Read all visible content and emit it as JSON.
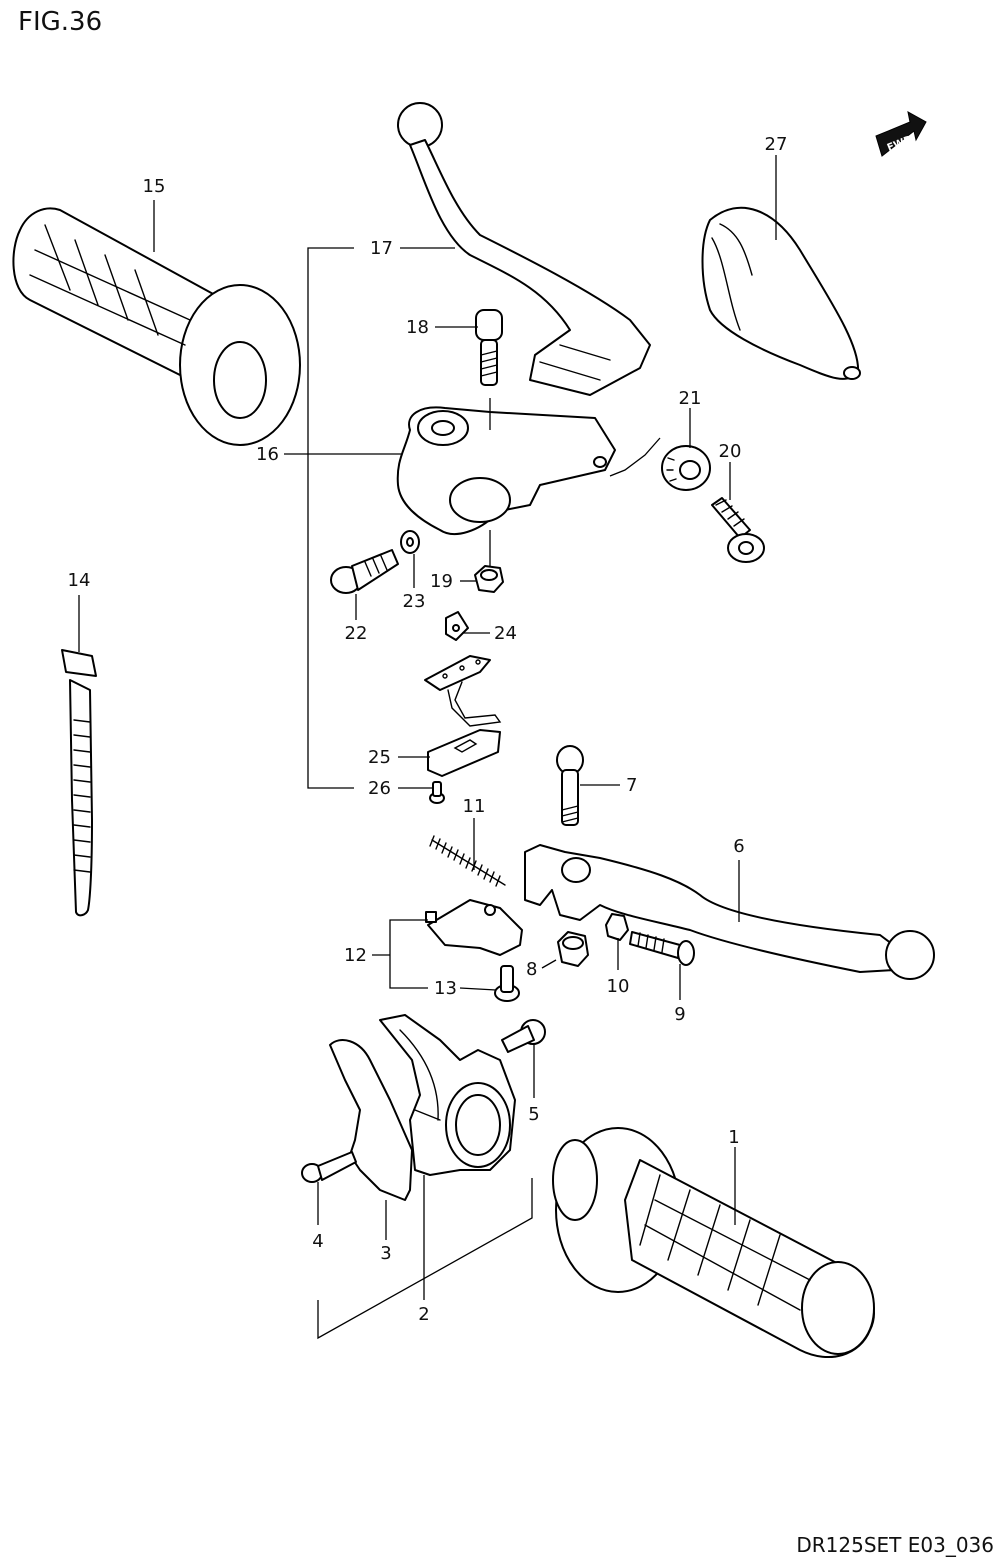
{
  "figure": {
    "title": "FIG.36",
    "code": "DR125SET E03_036"
  },
  "fwd_badge": "FWD",
  "callouts": [
    "1",
    "2",
    "3",
    "4",
    "5",
    "6",
    "7",
    "8",
    "9",
    "10",
    "11",
    "12",
    "13",
    "14",
    "15",
    "16",
    "17",
    "18",
    "19",
    "20",
    "21",
    "22",
    "23",
    "24",
    "25",
    "26",
    "27"
  ],
  "parts": [
    {
      "no": "1",
      "icon": "right-grip"
    },
    {
      "no": "2",
      "icon": "throttle-housing"
    },
    {
      "no": "3",
      "icon": "housing-cover"
    },
    {
      "no": "4",
      "icon": "screw"
    },
    {
      "no": "5",
      "icon": "screw"
    },
    {
      "no": "6",
      "icon": "front-brake-lever"
    },
    {
      "no": "7",
      "icon": "lever-bolt"
    },
    {
      "no": "8",
      "icon": "nut"
    },
    {
      "no": "9",
      "icon": "adjuster-screw"
    },
    {
      "no": "10",
      "icon": "nut"
    },
    {
      "no": "11",
      "icon": "spring"
    },
    {
      "no": "12",
      "icon": "brake-switch"
    },
    {
      "no": "13",
      "icon": "screw"
    },
    {
      "no": "14",
      "icon": "cable-tie"
    },
    {
      "no": "15",
      "icon": "left-grip"
    },
    {
      "no": "16",
      "icon": "clutch-lever-holder"
    },
    {
      "no": "17",
      "icon": "clutch-lever-set"
    },
    {
      "no": "18",
      "icon": "lever-bolt"
    },
    {
      "no": "19",
      "icon": "nut"
    },
    {
      "no": "20",
      "icon": "cable-adjuster"
    },
    {
      "no": "21",
      "icon": "lock-nut"
    },
    {
      "no": "22",
      "icon": "bolt"
    },
    {
      "no": "23",
      "icon": "washer"
    },
    {
      "no": "24",
      "icon": "clip"
    },
    {
      "no": "25",
      "icon": "clutch-switch"
    },
    {
      "no": "26",
      "icon": "screw"
    },
    {
      "no": "27",
      "icon": "cover"
    }
  ]
}
